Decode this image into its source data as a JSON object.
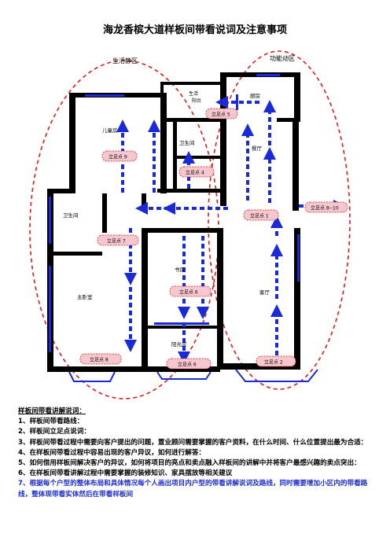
{
  "title": "海龙香槟大道样板间带看说词及注意事项",
  "zones": {
    "quiet": "生活静区",
    "active": "功能动区"
  },
  "rooms": {
    "children": "儿童房",
    "bath_upper": "卫生间",
    "kitchen": "厨房",
    "dining": "餐厅",
    "platform_line1": "生活",
    "platform_line2": "阳台",
    "bath_left": "卫生间",
    "master": "主卧室",
    "study": "书房",
    "living": "客厅",
    "sunroom": "阳光房"
  },
  "points": {
    "p1": "立足点 1",
    "p2": "立足点 2",
    "p4": "立足点 4",
    "p5": "立足点 5",
    "p6": "立足点 6",
    "p7": "立足点 7",
    "p8": "立足点 8",
    "p9": "立足点 9",
    "p10": "立足点 8--10",
    "p_study": "立足点 6"
  },
  "notes": {
    "heading": "样板间带看讲解说词：",
    "items": [
      "1、样板间带看路线：",
      "2、样板间立足点说词：",
      "3、样板间带看过程中需要向客户提出的问题，置业顾问需要掌握的客户资料，在什么时间、什么位置提出最为合适：",
      "4、在样板间带看过程中容易出现的客户异议，如何进行解答：",
      "5、如何借用样板间解决客户的异议，如何将项目的亮点和卖点融入样板间的讲解中并将客户最感兴趣的卖点突出：",
      "6、在样板间带看讲解过程中需要掌握的装修知识、家具摆放等相关建议"
    ],
    "highlight": "7、根据每个户型的整体布局和具体情况每个人画出项目内户型的带看讲解说词及路线，同时需要增加小区内的带看路线，整体现带看实体然后在带看样板间"
  },
  "colors": {
    "wall": "#000000",
    "route": "#1a2ad6",
    "zone": "#e01b1b",
    "point_fill": "#f7c7cf",
    "point_stroke": "#e01b1b",
    "window": "#1a2ad6"
  }
}
